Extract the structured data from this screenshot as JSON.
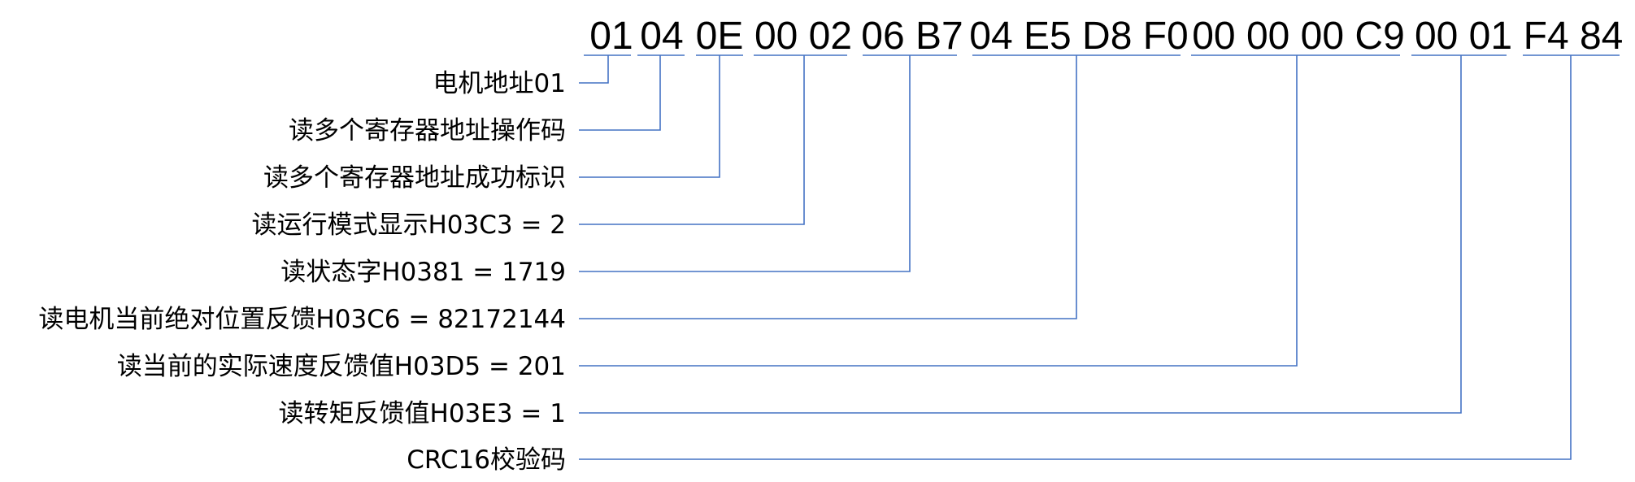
{
  "line_color": "#4472C4",
  "groups": [
    {
      "bytes": "01",
      "label": "电机地址01"
    },
    {
      "bytes": "04",
      "label": "读多个寄存器地址操作码"
    },
    {
      "bytes": "0E",
      "label": "读多个寄存器地址成功标识"
    },
    {
      "bytes": "00 02",
      "label": "读运行模式显示H03C3 = 2"
    },
    {
      "bytes": "06 B7",
      "label": "读状态字H0381 = 1719"
    },
    {
      "bytes": "04 E5 D8 F0",
      "label": "读电机当前绝对位置反馈H03C6 = 82172144"
    },
    {
      "bytes": "00 00 00 C9",
      "label": "读当前的实际速度反馈值H03D5 = 201"
    },
    {
      "bytes": "00 01",
      "label": "读转矩反馈值H03E3 = 1"
    },
    {
      "bytes": "F4 84",
      "label": "CRC16校验码"
    }
  ]
}
